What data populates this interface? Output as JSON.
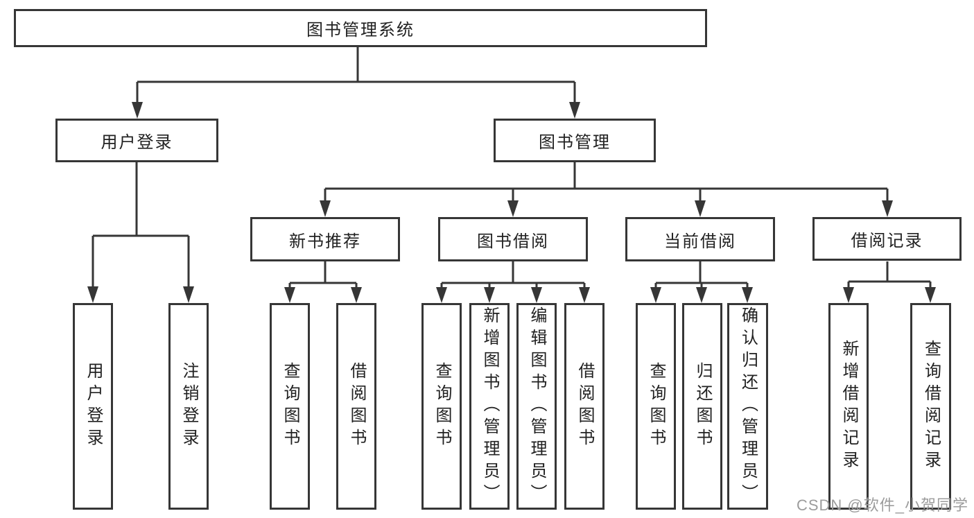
{
  "tree": {
    "root": {
      "label": "图书管理系统"
    },
    "branches": [
      {
        "label": "用户登录",
        "children": [
          "用户登录",
          "注销登录"
        ]
      },
      {
        "label": "图书管理",
        "groups": [
          {
            "label": "新书推荐",
            "children": [
              "查询图书",
              "借阅图书"
            ]
          },
          {
            "label": "图书借阅",
            "children": [
              "查询图书",
              "新增图书（管理员）",
              "编辑图书（管理员）",
              "借阅图书"
            ]
          },
          {
            "label": "当前借阅",
            "children": [
              "查询图书",
              "归还图书",
              "确认归还（管理员）"
            ]
          },
          {
            "label": "借阅记录",
            "children": [
              "新增借阅记录",
              "查询借阅记录"
            ]
          }
        ]
      }
    ]
  },
  "watermark": {
    "text": "CSDN @软件_小贺同学"
  },
  "colors": {
    "line": "#363636",
    "box_border": "#363636",
    "text": "#212121",
    "watermark": "#9c9c9c",
    "background": "#ffffff"
  }
}
